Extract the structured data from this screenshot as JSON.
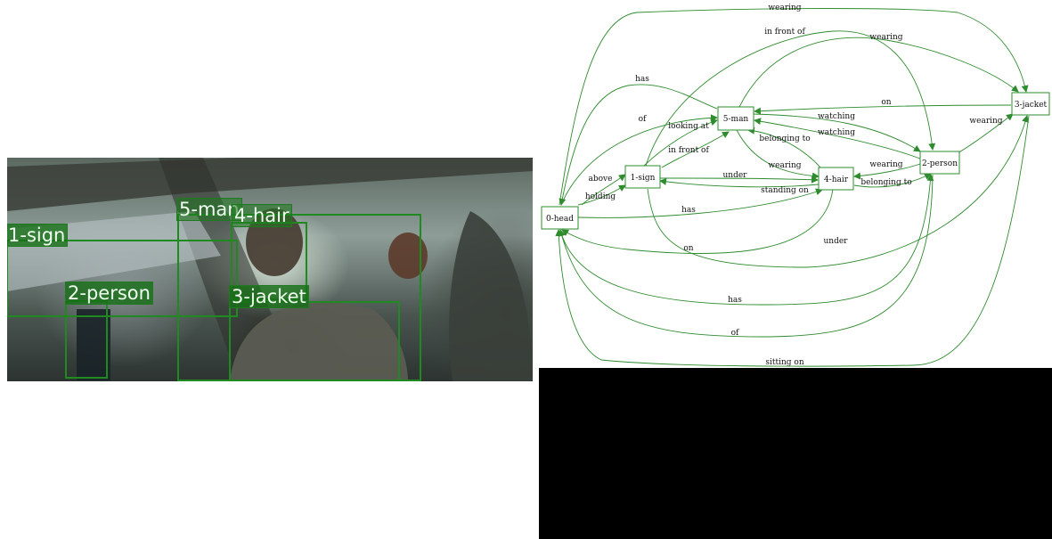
{
  "detections": [
    {
      "id": "det-sign",
      "label": "1-sign"
    },
    {
      "id": "det-person",
      "label": "2-person"
    },
    {
      "id": "det-man",
      "label": "5-man"
    },
    {
      "id": "det-hair",
      "label": "4-hair"
    },
    {
      "id": "det-jacket",
      "label": "3-jacket"
    }
  ],
  "nodes": {
    "head": "0-head",
    "sign": "1-sign",
    "person": "2-person",
    "jacket": "3-jacket",
    "hair": "4-hair",
    "man": "5-man"
  },
  "edges": [
    "wearing",
    "in front of",
    "wearing",
    "has",
    "on",
    "of",
    "looking at",
    "watching",
    "watching",
    "wearing",
    "in front of",
    "belonging to",
    "wearing",
    "wearing",
    "above",
    "under",
    "standing on",
    "belonging to",
    "holding",
    "has",
    "under",
    "on",
    "has",
    "of",
    "sitting on"
  ],
  "colors": {
    "accent": "#2e8b2e",
    "box": "#1f7a1f",
    "label_bg": "#1e7a1e"
  }
}
